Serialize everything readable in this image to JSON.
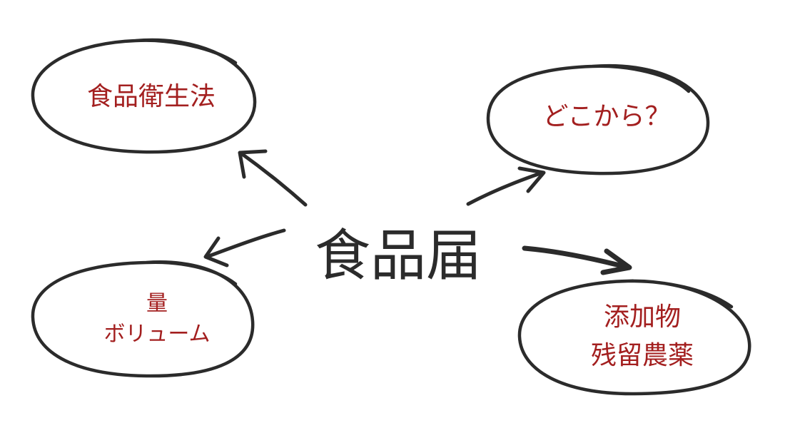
{
  "center": {
    "label": "食品届"
  },
  "nodes": {
    "hygiene": {
      "label": "食品衛生法"
    },
    "origin": {
      "label": "どこから？"
    },
    "quantity": {
      "line1": "量",
      "line2": "ボリューム"
    },
    "additives": {
      "line1": "添加物",
      "line2": "残留農薬"
    }
  },
  "colors": {
    "ink": "#2b2b2b",
    "accent": "#a31f1f",
    "background": "#ffffff"
  }
}
